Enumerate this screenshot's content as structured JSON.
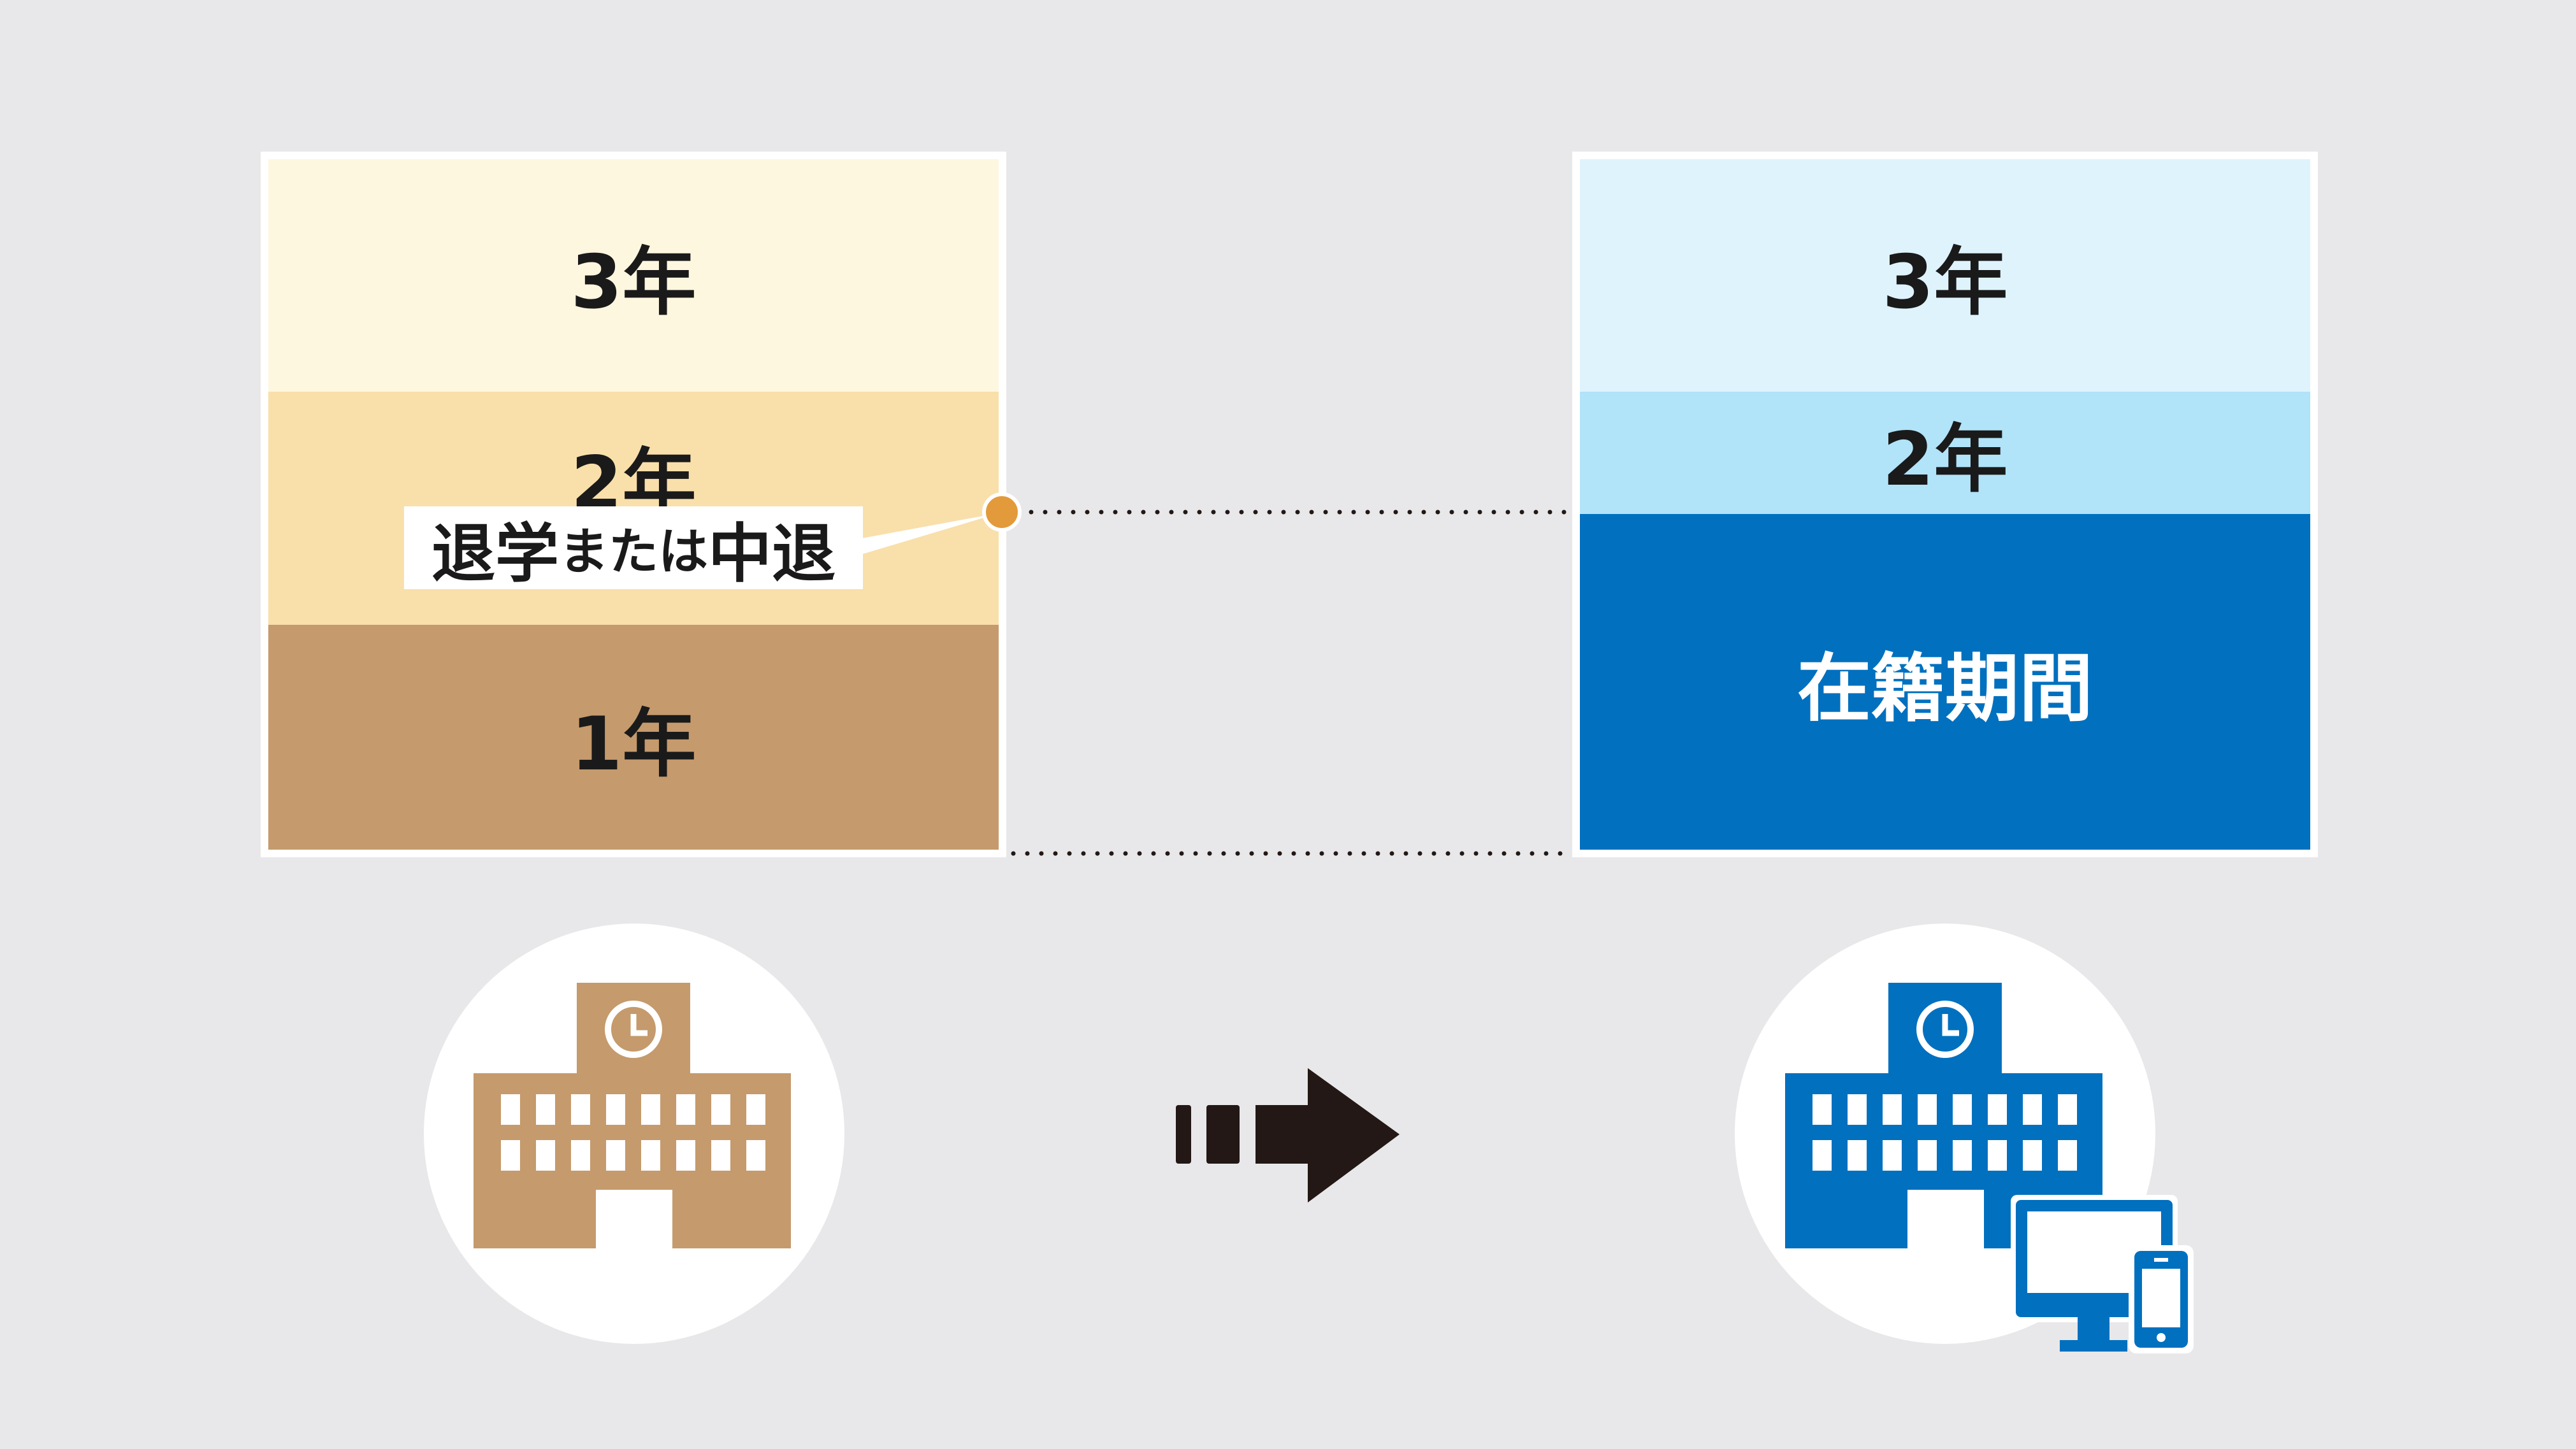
{
  "left_column": {
    "bands": [
      {
        "label": "3年",
        "color": "#fef7df",
        "height": 1
      },
      {
        "label": "2年",
        "color": "#f9dfaa",
        "height": 1
      },
      {
        "label": "1年",
        "color": "#c59a6c",
        "height": 1
      }
    ],
    "callout": {
      "part1": "退学",
      "part2": "または",
      "part3": "中退"
    },
    "marker_color": "#e39a3a"
  },
  "right_column": {
    "bands": [
      {
        "label": "3年",
        "color": "#dff3fd"
      },
      {
        "label": "2年",
        "color": "#b1e3f9"
      },
      {
        "label": "在籍期間",
        "color": "#0070bf"
      }
    ]
  },
  "icons": {
    "left": "school-building-icon",
    "arrow": "arrow-right-icon",
    "right": "school-building-with-devices-icon"
  },
  "colors": {
    "background": "#e8e8ea",
    "left_building": "#c59a6c",
    "right_building": "#0070bf",
    "arrow": "#231815"
  }
}
